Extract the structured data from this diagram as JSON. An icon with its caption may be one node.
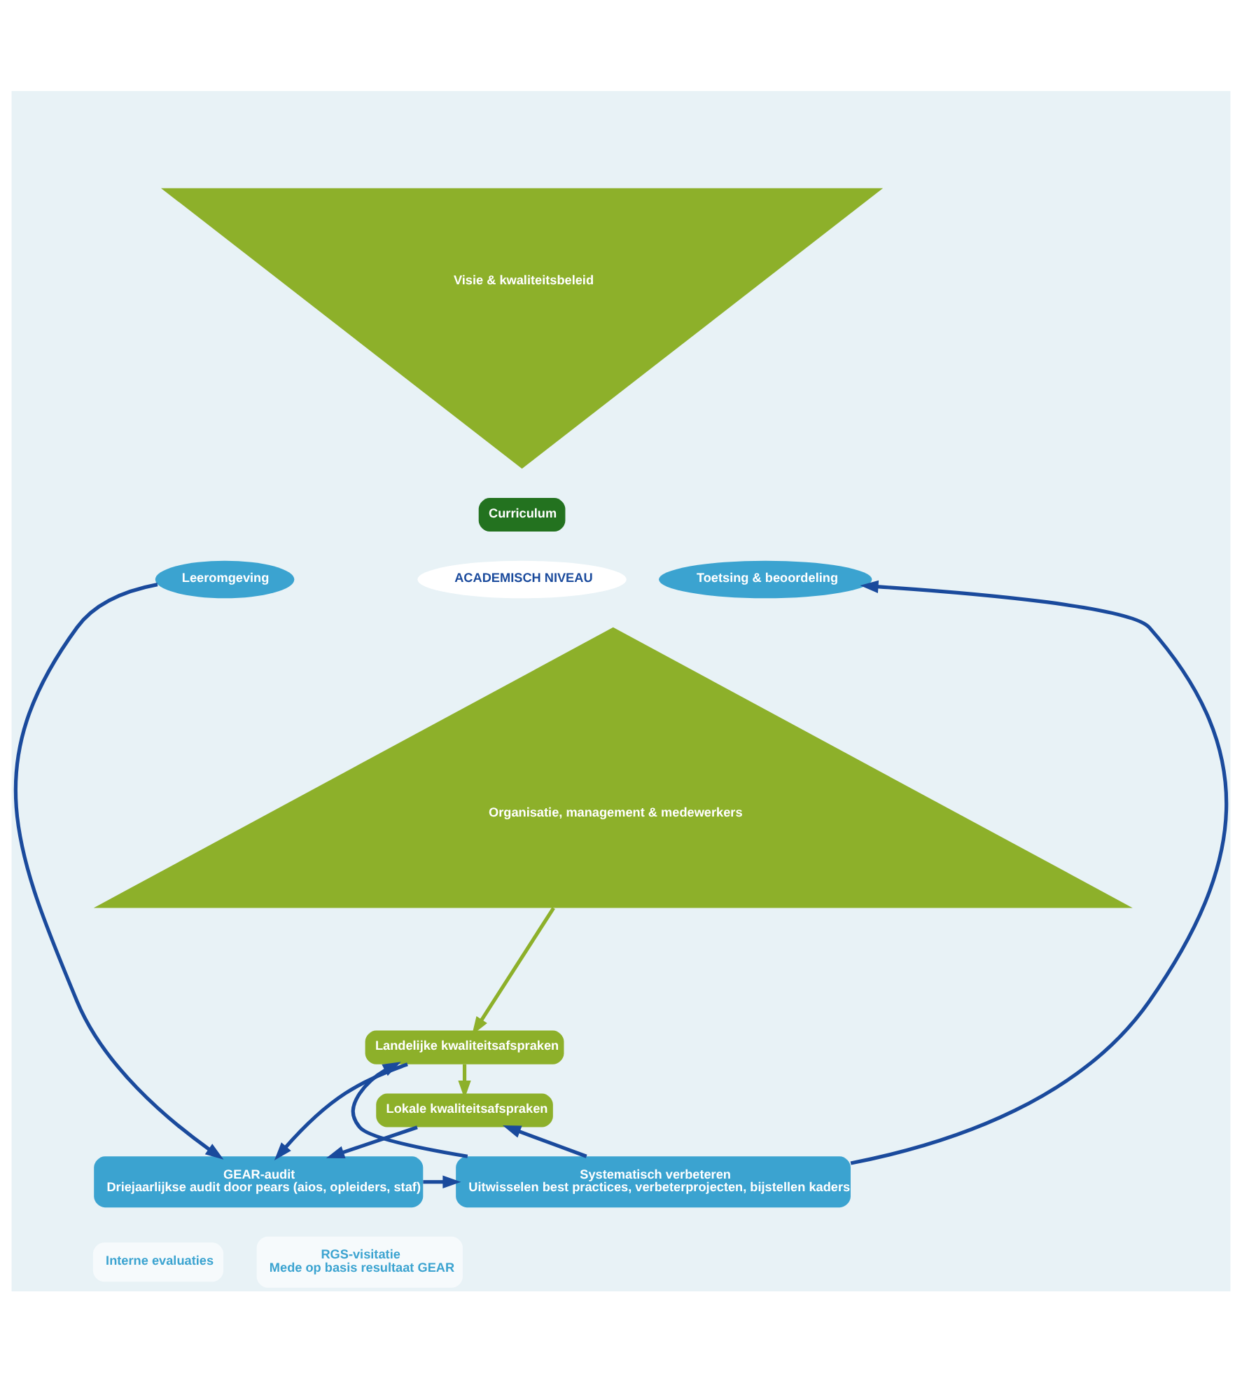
{
  "diagram": {
    "nodes": [
      {
        "text": [
          "Visie & kwaliteitsbeleid"
        ]
      },
      {
        "text": [
          "Curriculum"
        ]
      },
      {
        "text": [
          "Leeromgeving"
        ]
      },
      {
        "text": [
          "Toetsing & beoordeling"
        ]
      },
      {
        "text": [
          "ACADEMISCH NIVEAU"
        ]
      },
      {
        "text": [
          "Organisatie, management & medewerkers"
        ]
      },
      {
        "text": [
          "Landelijke kwaliteitsafspraken"
        ]
      },
      {
        "text": [
          "Lokale kwaliteitsafspraken"
        ]
      },
      {
        "text": [
          "GEAR-audit",
          "Driejaarlijkse audit door pears (aios, opleiders, staf)"
        ]
      },
      {
        "text": [
          "Systematisch verbeteren",
          "Uitwisselen best practices, verbeterprojecten, bijstellen kaders"
        ]
      },
      {
        "text": [
          "Interne evaluaties"
        ]
      },
      {
        "text": [
          "RGS-visitatie",
          "Mede op basis resultaat GEAR"
        ]
      }
    ],
    "edges": [
      {
        "from": 5,
        "to": 6,
        "arrow": "to",
        "color": "#8db02a"
      },
      {
        "from": 6,
        "to": 7,
        "arrow": "to",
        "color": "#8db02a"
      },
      {
        "from": 2,
        "to": 8,
        "arrow": "to"
      },
      {
        "from": 6,
        "to": 8,
        "arrow": "to"
      },
      {
        "from": 7,
        "to": 8,
        "arrow": "to"
      },
      {
        "from": 8,
        "to": 9,
        "arrow": "to"
      },
      {
        "from": 9,
        "to": 3,
        "arrow": "to"
      },
      {
        "from": 9,
        "to": 6,
        "arrow": "to"
      },
      {
        "from": 9,
        "to": 7,
        "arrow": "to"
      }
    ]
  }
}
